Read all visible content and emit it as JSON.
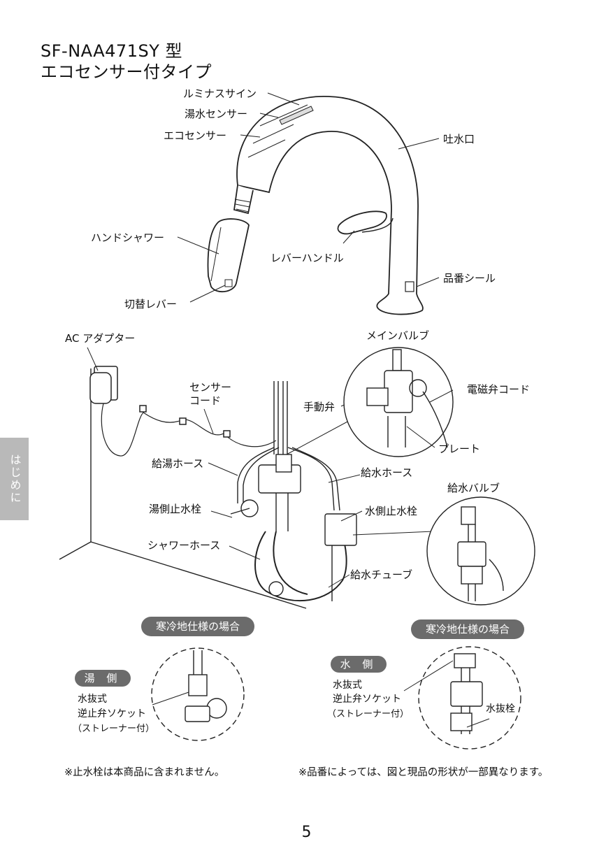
{
  "header": {
    "model": "SF-NAA471SY 型",
    "subtitle": "エコセンサー付タイプ"
  },
  "faucet_labels": {
    "luminous_sign": "ルミナスサイン",
    "hot_water_sensor": "湯水センサー",
    "eco_sensor": "エコセンサー",
    "spout": "吐水口",
    "hand_shower": "ハンドシャワー",
    "lever_handle": "レバーハンドル",
    "product_seal": "品番シール",
    "switch_lever": "切替レバー"
  },
  "plumbing_labels": {
    "ac_adapter": "AC アダプター",
    "sensor_cord_line1": "センサー",
    "sensor_cord_line2": "コード",
    "main_valve": "メインバルブ",
    "manual_valve": "手動弁",
    "solenoid_cord": "電磁弁コード",
    "plate": "プレート",
    "hot_hose": "給湯ホース",
    "cold_hose": "給水ホース",
    "supply_valve": "給水バルブ",
    "hot_stop_valve": "湯側止水栓",
    "cold_stop_valve": "水側止水栓",
    "shower_hose": "シャワーホース",
    "supply_tube": "給水チューブ"
  },
  "cold_region": {
    "left_pill": "寒冷地仕様の場合",
    "right_pill": "寒冷地仕様の場合",
    "hot_side_tag": "湯 側",
    "cold_side_tag": "水 側",
    "hot_socket_line1": "水抜式",
    "hot_socket_line2": "逆止弁ソケット",
    "hot_socket_line3": "（ストレーナー付）",
    "cold_socket_line1": "水抜式",
    "cold_socket_line2": "逆止弁ソケット",
    "cold_socket_line3": "（ストレーナー付）",
    "drain_plug": "水抜栓"
  },
  "notes": {
    "left": "※止水栓は本商品に含まれません。",
    "right": "※品番によっては、図と現品の形状が一部異なります。"
  },
  "side_tab": "はじめに",
  "page_number": "5"
}
